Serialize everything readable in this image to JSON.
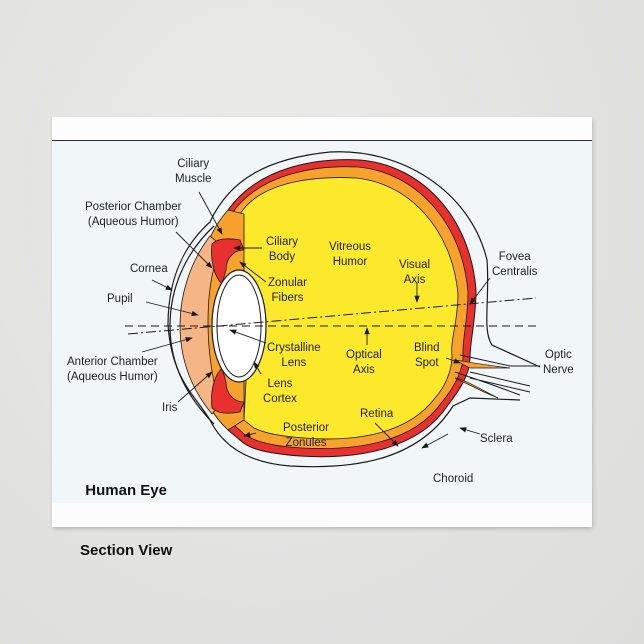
{
  "title": {
    "line1": "Human Eye",
    "line2": "Section View"
  },
  "colors": {
    "vitreous": "#fde92c",
    "retina": "#f6a22c",
    "choroid": "#e8302f",
    "anterior_chamber": "#f6b585",
    "lens": "#ffffff",
    "panel": "#f1f6f8",
    "background": "#e2e2e1"
  },
  "labels": {
    "ciliary_muscle": "Ciliary\nMuscle",
    "posterior_chamber": "Posterior Chamber\n(Aqueous Humor)",
    "cornea": "Cornea",
    "pupil": "Pupil",
    "anterior_chamber": "Anterior Chamber\n(Aqueous Humor)",
    "iris": "Iris",
    "ciliary_body": "Ciliary\nBody",
    "zonular_fibers": "Zonular\nFibers",
    "vitreous_humor": "Vitreous\nHumor",
    "visual_axis": "Visual\nAxis",
    "fovea_centralis": "Fovea\nCentralis",
    "crystalline_lens": "Crystalline\nLens",
    "optical_axis": "Optical\nAxis",
    "blind_spot": "Blind\nSpot",
    "optic_nerve": "Optic\nNerve",
    "lens_cortex": "Lens\nCortex",
    "posterior_zonules": "Posterior\nZonules",
    "retina": "Retina",
    "sclera": "Sclera",
    "choroid": "Choroid"
  }
}
